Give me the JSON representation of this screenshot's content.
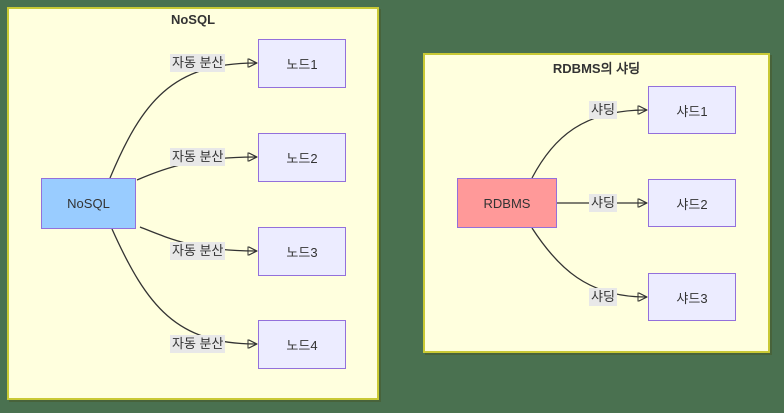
{
  "colors": {
    "background": "#4a7150",
    "panel_fill": "#ffffde",
    "panel_border": "#c9c935",
    "node_fill": "#ececff",
    "node_border": "#9370db",
    "root_nosql_fill": "#99ccff",
    "root_rdbms_fill": "#ff9999",
    "edge": "#333333",
    "edge_label_bg": "#e8e8e8"
  },
  "nosql": {
    "title": "NoSQL",
    "root_label": "NoSQL",
    "nodes": [
      "노드1",
      "노드2",
      "노드3",
      "노드4"
    ],
    "edges": [
      {
        "from": "NoSQL",
        "to": "노드1",
        "label": "자동 분산"
      },
      {
        "from": "NoSQL",
        "to": "노드2",
        "label": "자동 분산"
      },
      {
        "from": "NoSQL",
        "to": "노드3",
        "label": "자동 분산"
      },
      {
        "from": "NoSQL",
        "to": "노드4",
        "label": "자동 분산"
      }
    ]
  },
  "rdbms": {
    "title": "RDBMS의 샤딩",
    "root_label": "RDBMS",
    "nodes": [
      "샤드1",
      "샤드2",
      "샤드3"
    ],
    "edges": [
      {
        "from": "RDBMS",
        "to": "샤드1",
        "label": "샤딩"
      },
      {
        "from": "RDBMS",
        "to": "샤드2",
        "label": "샤딩"
      },
      {
        "from": "RDBMS",
        "to": "샤드3",
        "label": "샤딩"
      }
    ]
  }
}
